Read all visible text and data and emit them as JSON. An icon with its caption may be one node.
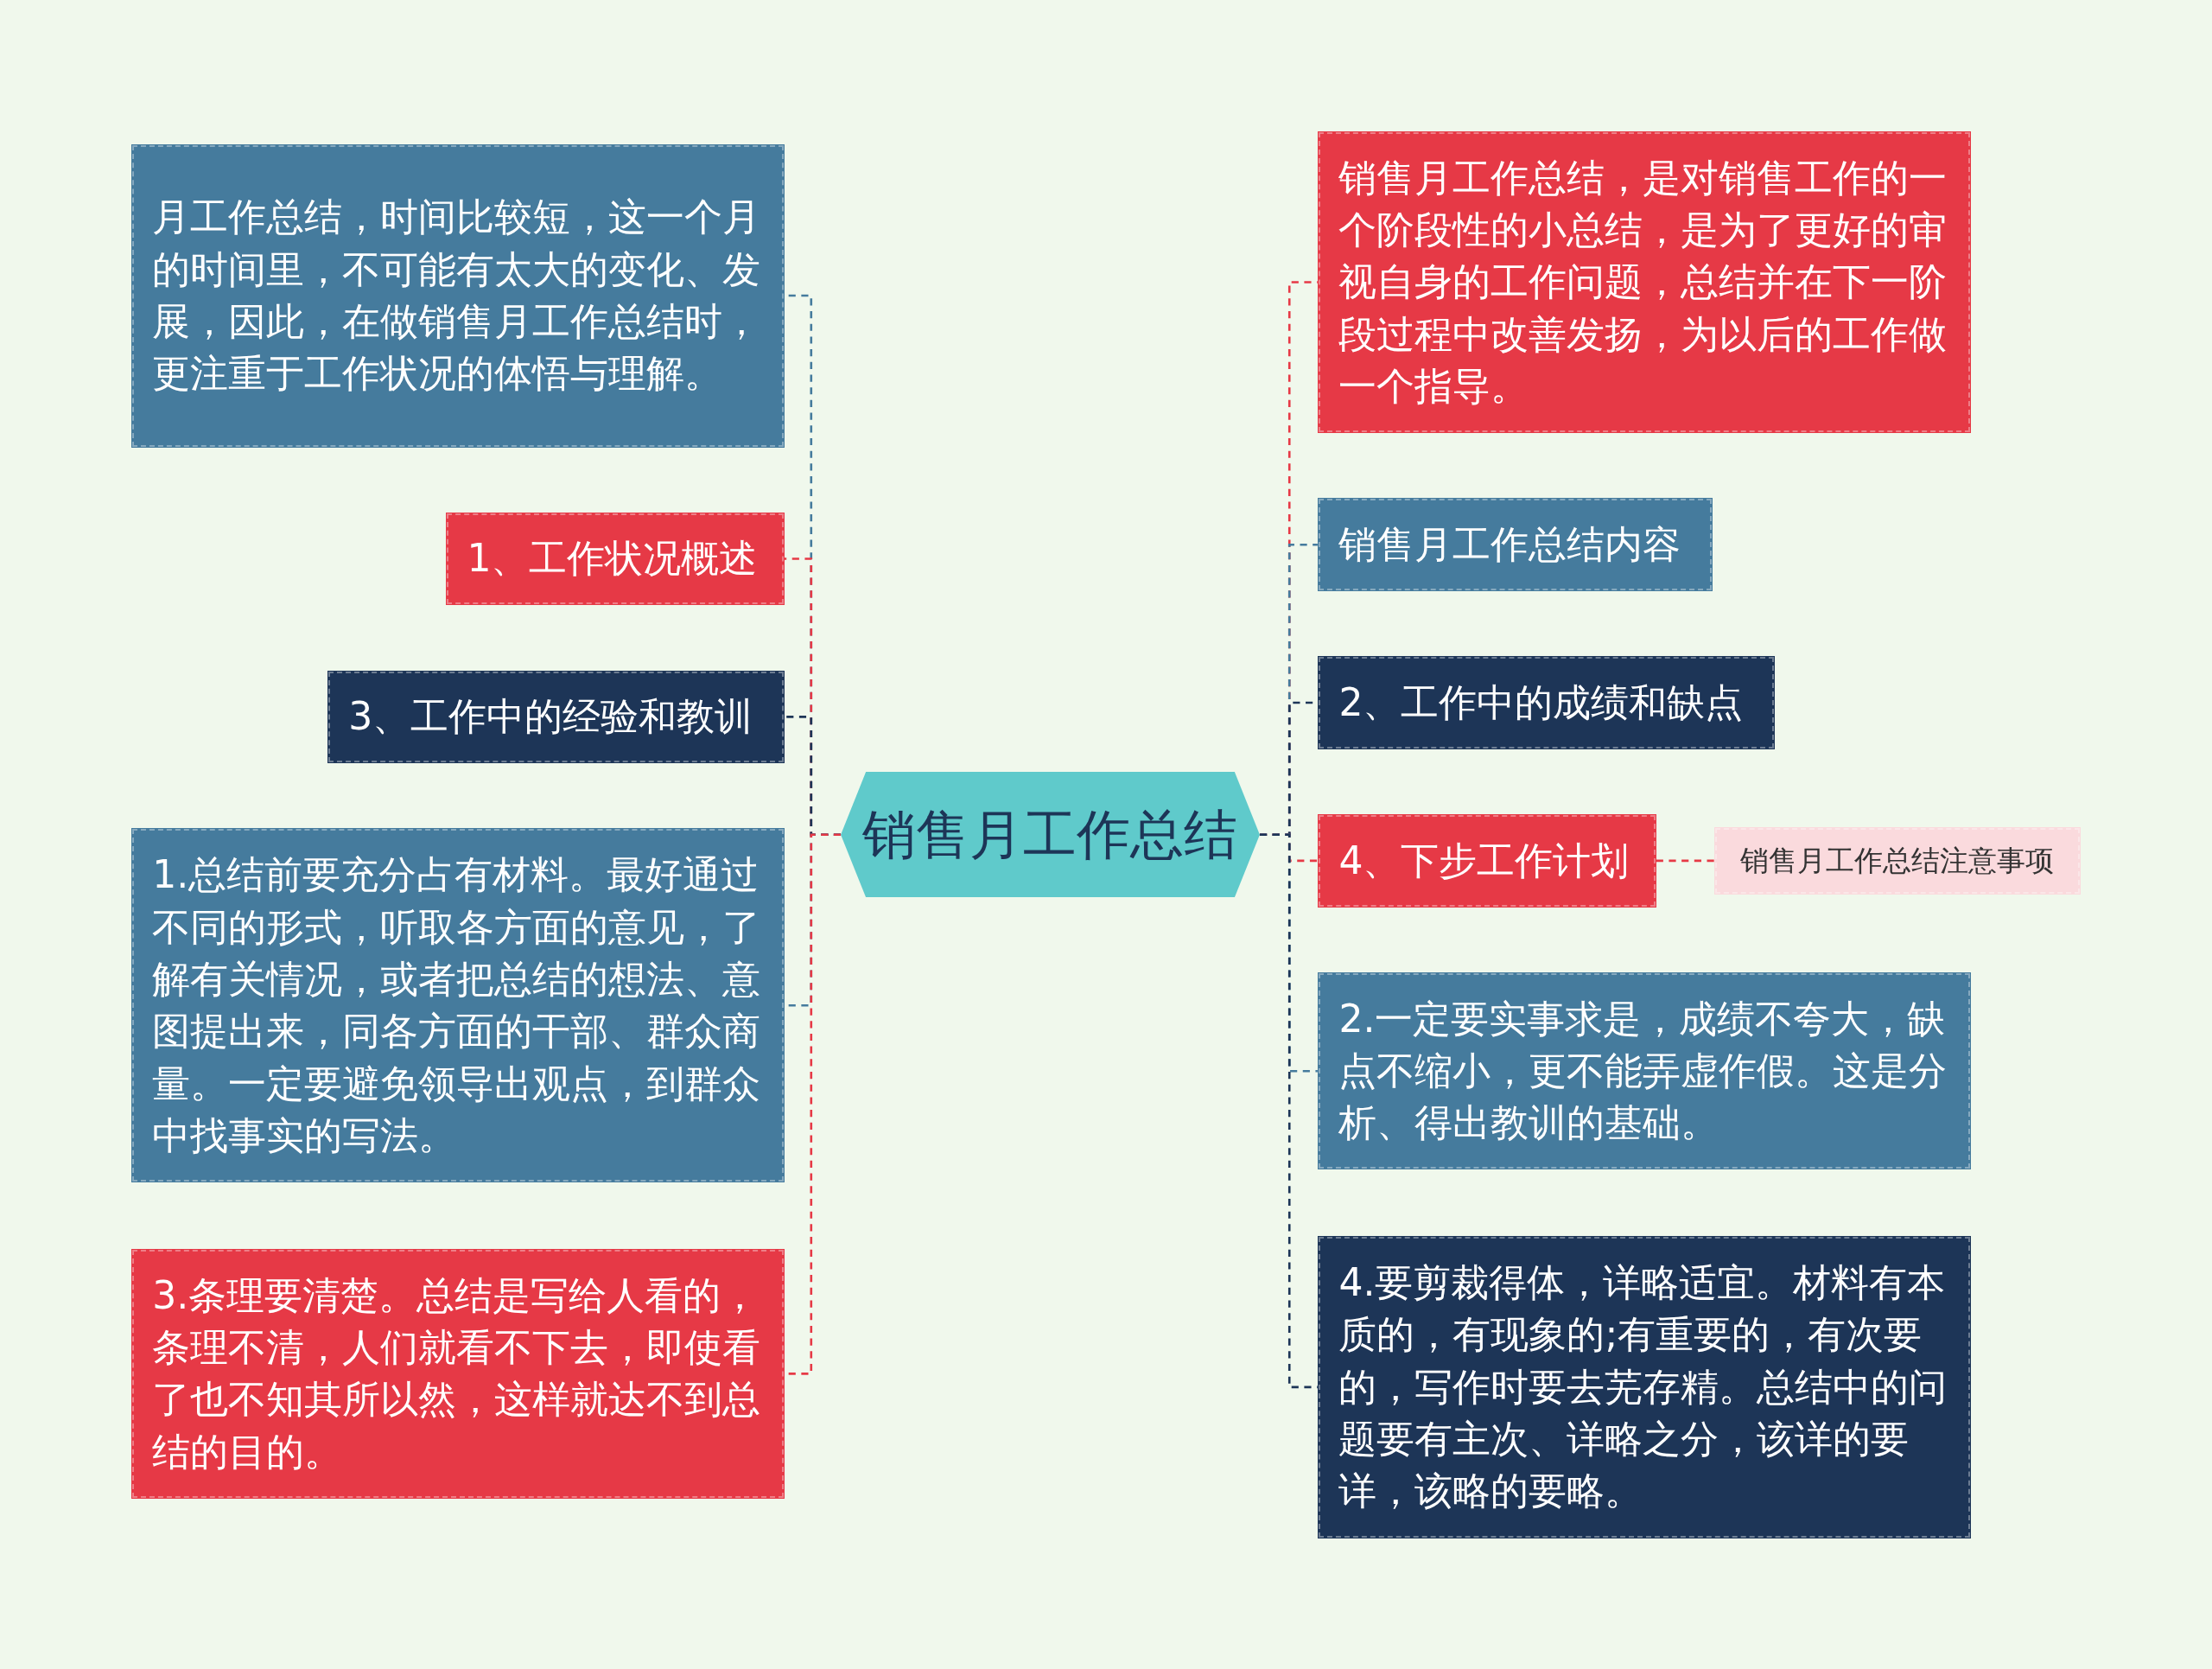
{
  "diagram": {
    "nodes": [
      {
        "text": [
          "销售月工作总结"
        ]
      },
      {
        "text": [
          "月工作总结，时间比较短，这一个月的时间里，不可能有太大的变化、发展，因此，在做销售月工作总结时，更注重于工作状况的体悟与理解。"
        ]
      },
      {
        "text": [
          "1、工作状况概述"
        ]
      },
      {
        "text": [
          "3、工作中的经验和教训"
        ]
      },
      {
        "text": [
          "1.总结前要充分占有材料。最好通过不同的形式，听取各方面的意见，了解有关情况，或者把总结的想法、意图提出来，同各方面的干部、群众商量。一定要避免领导出观点，到群众中找事实的写法。"
        ]
      },
      {
        "text": [
          "3.条理要清楚。总结是写给人看的，条理不清，人们就看不下去，即使看了也不知其所以然，这样就达不到总结的目的。"
        ]
      },
      {
        "text": [
          "销售月工作总结，是对销售工作的一个阶段性的小总结，是为了更好的审视自身的工作问题，总结并在下一阶段过程中改善发扬，为以后的工作做一个指导。"
        ]
      },
      {
        "text": [
          "销售月工作总结内容"
        ]
      },
      {
        "text": [
          "2、工作中的成绩和缺点"
        ]
      },
      {
        "text": [
          "4、下步工作计划"
        ]
      },
      {
        "text": [
          "销售月工作总结注意事项"
        ]
      },
      {
        "text": [
          "2.一定要实事求是，成绩不夸大，缺点不缩小，更不能弄虚作假。这是分析、得出教训的基础。"
        ]
      },
      {
        "text": [
          "4.要剪裁得体，详略适宜。材料有本质的，有现象的;有重要的，有次要的，写作时要去芜存精。总结中的问题要有主次、详略之分，该详的要详，该略的要略。"
        ]
      }
    ],
    "edges": [
      {
        "from": 0,
        "to": 1,
        "arrow": "none",
        "style": "dashed",
        "color": "#457b9d"
      },
      {
        "from": 0,
        "to": 2,
        "arrow": "none",
        "style": "dashed",
        "color": "#e63946"
      },
      {
        "from": 0,
        "to": 3,
        "arrow": "none",
        "style": "dashed",
        "color": "#1d3557"
      },
      {
        "from": 0,
        "to": 4,
        "arrow": "none",
        "style": "dashed",
        "color": "#457b9d"
      },
      {
        "from": 0,
        "to": 5,
        "arrow": "none",
        "style": "dashed",
        "color": "#e63946"
      },
      {
        "from": 0,
        "to": 6,
        "arrow": "none",
        "style": "dashed",
        "color": "#e63946"
      },
      {
        "from": 0,
        "to": 7,
        "arrow": "none",
        "style": "dashed",
        "color": "#457b9d"
      },
      {
        "from": 0,
        "to": 8,
        "arrow": "none",
        "style": "dashed",
        "color": "#1d3557"
      },
      {
        "from": 0,
        "to": 9,
        "arrow": "none",
        "style": "dashed",
        "color": "#e63946"
      },
      {
        "from": 9,
        "to": 10,
        "arrow": "none",
        "style": "dashed",
        "color": "#e63946"
      },
      {
        "from": 0,
        "to": 11,
        "arrow": "none",
        "style": "dashed",
        "color": "#457b9d"
      },
      {
        "from": 0,
        "to": 12,
        "arrow": "none",
        "style": "dashed",
        "color": "#1d3557"
      }
    ]
  }
}
